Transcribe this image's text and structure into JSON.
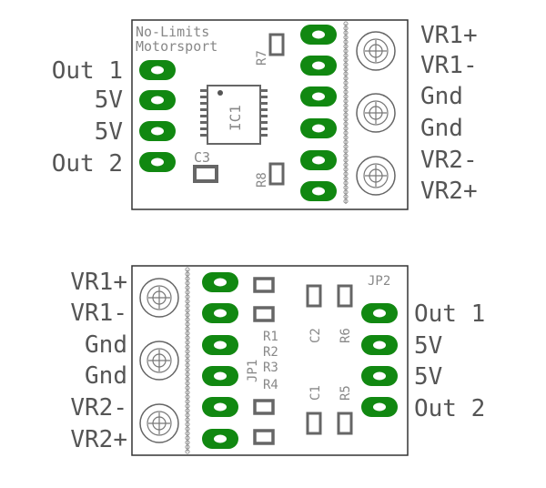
{
  "board_top": {
    "brand_line1": "No-Limits",
    "brand_line2": "Motorsport",
    "left_labels": [
      "Out 1",
      "5V",
      "5V",
      "Out 2"
    ],
    "right_labels": [
      "VR1+",
      "VR1-",
      "Gnd",
      "Gnd",
      "VR2-",
      "VR2+"
    ],
    "ic_label": "IC1",
    "r7": "R7",
    "r8": "R8",
    "c3": "C3"
  },
  "board_bottom": {
    "left_labels": [
      "VR1+",
      "VR1-",
      "Gnd",
      "Gnd",
      "VR2-",
      "VR2+"
    ],
    "right_labels": [
      "Out 1",
      "5V",
      "5V",
      "Out 2"
    ],
    "jp2": "JP2",
    "jp1": "JP1",
    "r1": "R1",
    "r2": "R2",
    "r3": "R3",
    "r4": "R4",
    "c2": "C2",
    "r6": "R6",
    "c1": "C1",
    "r5": "R5"
  },
  "colors": {
    "pad": "#118811",
    "outline": "#333333",
    "smd": "#666666",
    "text": "#555555"
  }
}
